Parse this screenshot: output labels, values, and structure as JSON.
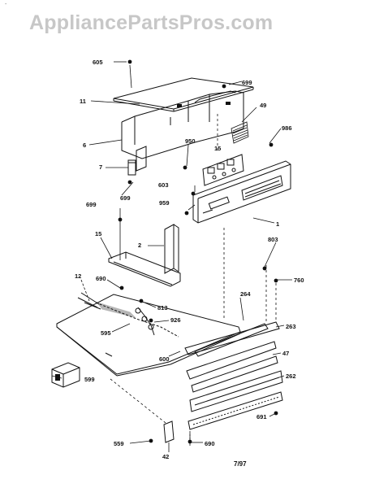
{
  "watermark": "AppliancePartsPros.com",
  "revision": "7/97",
  "callouts": [
    "605",
    "11",
    "699",
    "49",
    "986",
    "6",
    "950",
    "15",
    "7",
    "699",
    "603",
    "959",
    "1",
    "699",
    "2",
    "15",
    "803",
    "760",
    "12",
    "690",
    "813",
    "264",
    "926",
    "263",
    "595",
    "47",
    "600",
    "262",
    "599",
    "691",
    "559",
    "42",
    "690"
  ]
}
